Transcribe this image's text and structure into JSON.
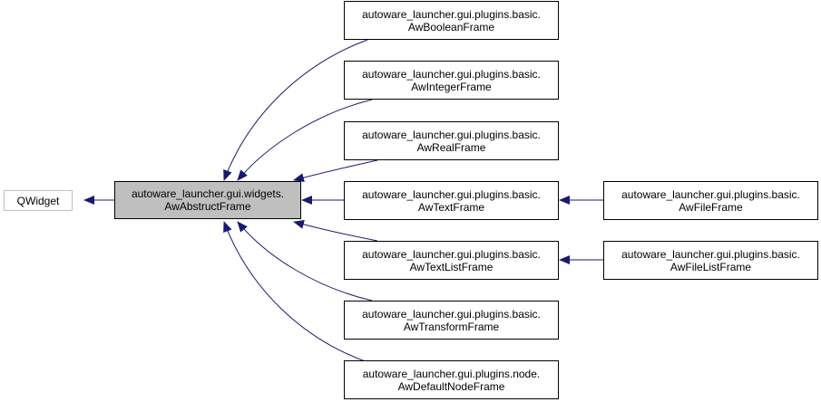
{
  "colors": {
    "edge": "#191970",
    "node_border": "#000000",
    "external_node_border": "#bfbfbf",
    "highlight_fill": "#bfbfbf"
  },
  "nodes": {
    "qwidget": {
      "lines": [
        "QWidget"
      ]
    },
    "abstract": {
      "lines": [
        "autoware_launcher.gui.widgets.",
        "AwAbstructFrame"
      ]
    },
    "boolean": {
      "lines": [
        "autoware_launcher.gui.plugins.basic.",
        "AwBooleanFrame"
      ]
    },
    "integer": {
      "lines": [
        "autoware_launcher.gui.plugins.basic.",
        "AwIntegerFrame"
      ]
    },
    "real": {
      "lines": [
        "autoware_launcher.gui.plugins.basic.",
        "AwRealFrame"
      ]
    },
    "text": {
      "lines": [
        "autoware_launcher.gui.plugins.basic.",
        "AwTextFrame"
      ]
    },
    "textlist": {
      "lines": [
        "autoware_launcher.gui.plugins.basic.",
        "AwTextListFrame"
      ]
    },
    "transform": {
      "lines": [
        "autoware_launcher.gui.plugins.basic.",
        "AwTransformFrame"
      ]
    },
    "defaultnode": {
      "lines": [
        "autoware_launcher.gui.plugins.node.",
        "AwDefaultNodeFrame"
      ]
    },
    "file": {
      "lines": [
        "autoware_launcher.gui.plugins.basic.",
        "AwFileFrame"
      ]
    },
    "filelist": {
      "lines": [
        "autoware_launcher.gui.plugins.basic.",
        "AwFileListFrame"
      ]
    }
  }
}
